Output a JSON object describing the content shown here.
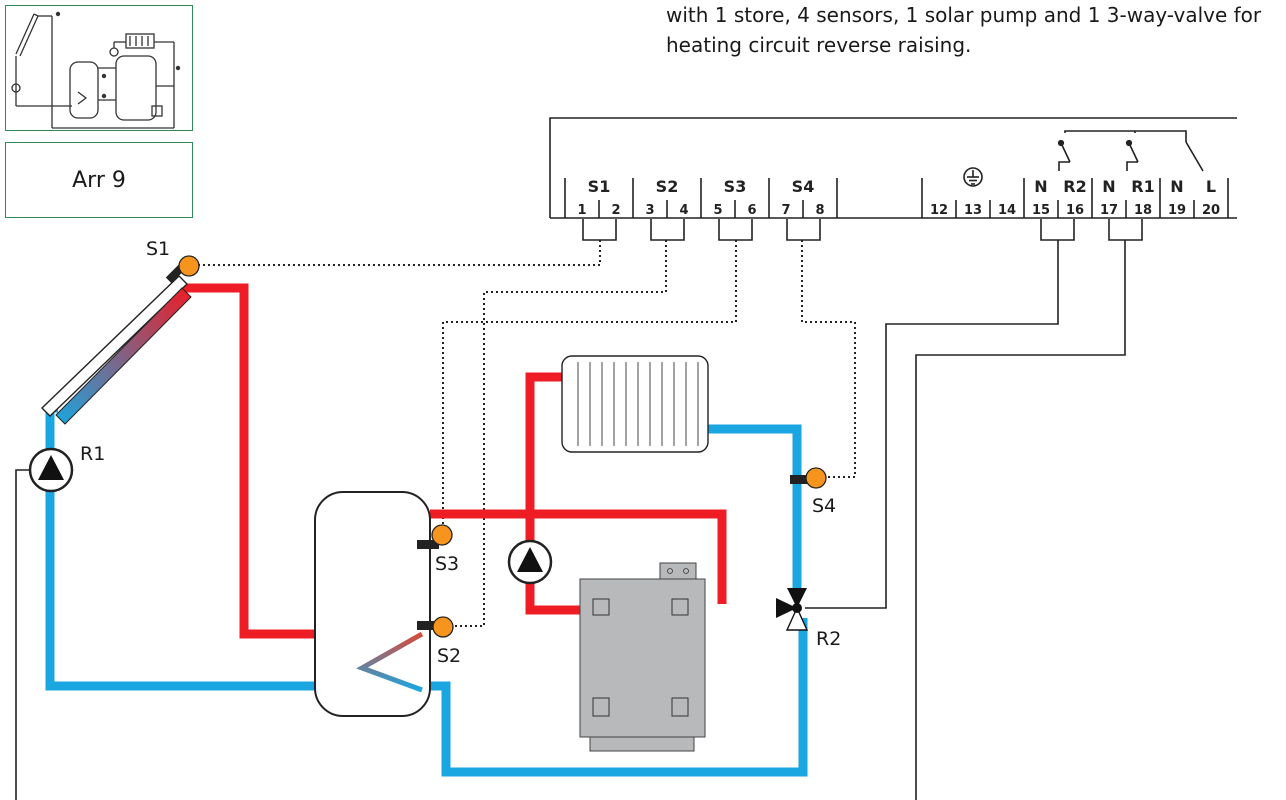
{
  "description": {
    "line1": "with 1 store, 4 sensors, 1 solar pump and 1 3-way-valve for",
    "line2": "heating circuit reverse raising."
  },
  "arrangement_label": "Arr 9",
  "controller": {
    "headers": [
      "S1",
      "S2",
      "S3",
      "S4",
      "⏚",
      "N",
      "R2",
      "N",
      "R1",
      "N",
      "L"
    ],
    "terminals": [
      "1",
      "2",
      "3",
      "4",
      "5",
      "6",
      "7",
      "8",
      "12",
      "13",
      "14",
      "15",
      "16",
      "17",
      "18",
      "19",
      "20"
    ]
  },
  "labels": {
    "sensor_s1": "S1",
    "sensor_s2": "S2",
    "sensor_s3": "S3",
    "sensor_s4": "S4",
    "pump_r1": "R1",
    "valve_r2": "R2"
  },
  "colors": {
    "hot": "#ee1c25",
    "cold": "#1aa6e0",
    "sensor": "#f7941d",
    "frame": "#2e8b57",
    "boiler": "#b8b9bb"
  }
}
